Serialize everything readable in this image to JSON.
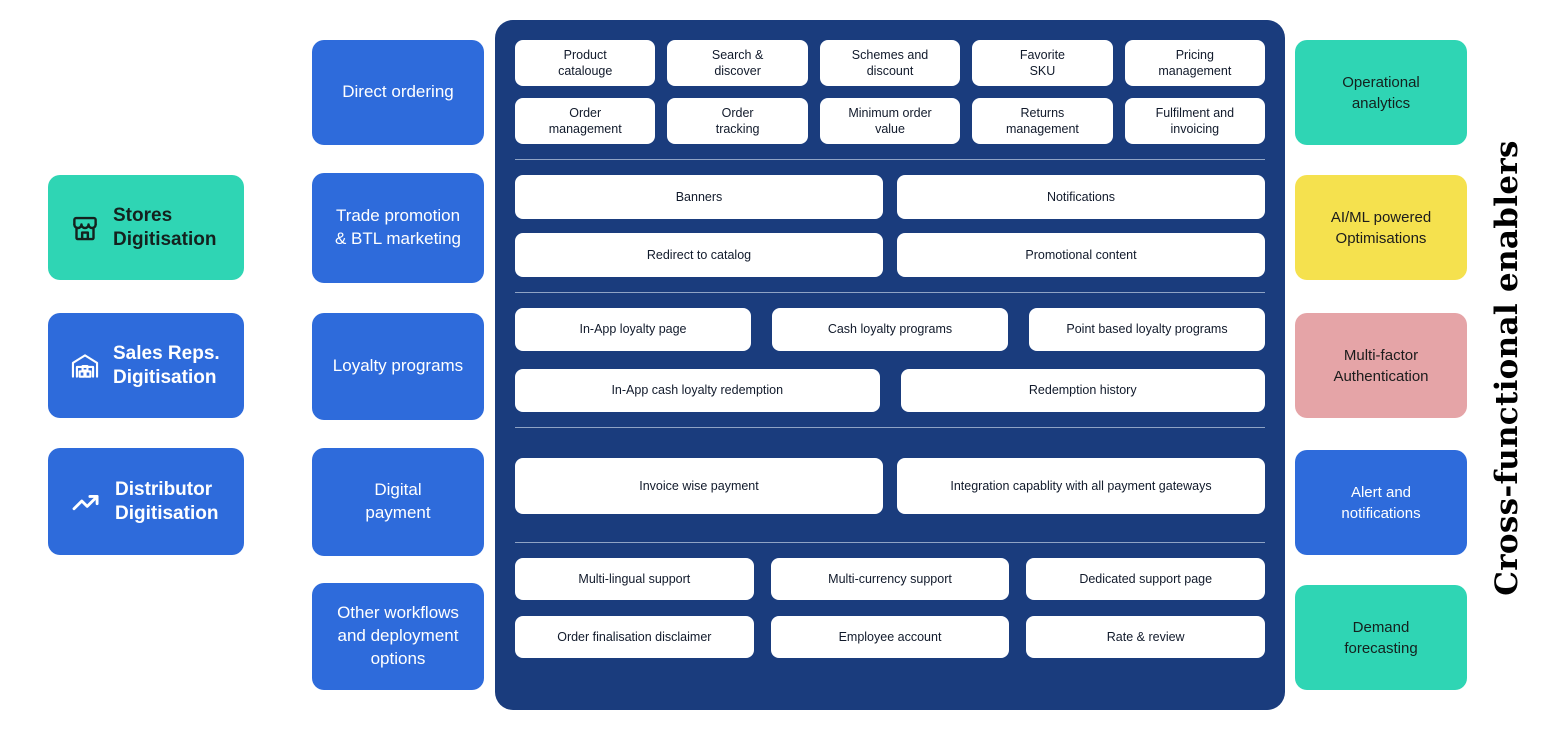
{
  "title": "Cross-functional enablers",
  "colors": {
    "teal": "#2FD5B4",
    "blue": "#2E6BDB",
    "navy_panel": "#1A3C7D",
    "yellow": "#F5E14E",
    "pink": "#E5A4A7",
    "chip_bg": "#FFFFFF",
    "divider": "#8FA3C5"
  },
  "pillars": [
    {
      "label": "Stores\nDigitisation",
      "icon": "storefront-icon",
      "variant": "teal"
    },
    {
      "label": "Sales Reps.\nDigitisation",
      "icon": "warehouse-icon",
      "variant": "blue"
    },
    {
      "label": "Distributor\nDigitisation",
      "icon": "trending-up-icon",
      "variant": "blue"
    }
  ],
  "categories": [
    "Direct ordering",
    "Trade promotion\n& BTL marketing",
    "Loyalty programs",
    "Digital\npayment",
    "Other workflows\nand deployment\noptions"
  ],
  "panel": {
    "sections": [
      {
        "rows": [
          [
            "Product\ncatalouge",
            "Search &\ndiscover",
            "Schemes and\ndiscount",
            "Favorite\nSKU",
            "Pricing\nmanagement"
          ],
          [
            "Order\nmanagement",
            "Order\ntracking",
            "Minimum order\nvalue",
            "Returns\nmanagement",
            "Fulfilment and\ninvoicing"
          ]
        ]
      },
      {
        "rows": [
          [
            "Banners",
            "Notifications"
          ],
          [
            "Redirect to catalog",
            "Promotional content"
          ]
        ]
      },
      {
        "rows": [
          [
            "In-App loyalty page",
            "Cash loyalty programs",
            "Point based loyalty programs"
          ],
          [
            "In-App cash loyalty redemption",
            "Redemption history"
          ]
        ]
      },
      {
        "rows": [
          [
            "Invoice wise payment",
            "Integration capablity with all payment gateways"
          ]
        ]
      },
      {
        "rows": [
          [
            "Multi-lingual support",
            "Multi-currency support",
            "Dedicated support page"
          ],
          [
            "Order finalisation disclaimer",
            "Employee account",
            "Rate & review"
          ]
        ]
      }
    ]
  },
  "enablers": [
    {
      "label": "Operational\nanalytics",
      "variant": "teal"
    },
    {
      "label": "AI/ML powered\nOptimisations",
      "variant": "yellow"
    },
    {
      "label": "Multi-factor\nAuthentication",
      "variant": "pink"
    },
    {
      "label": "Alert and\nnotifications",
      "variant": "blue"
    },
    {
      "label": "Demand\nforecasting",
      "variant": "teal"
    }
  ]
}
